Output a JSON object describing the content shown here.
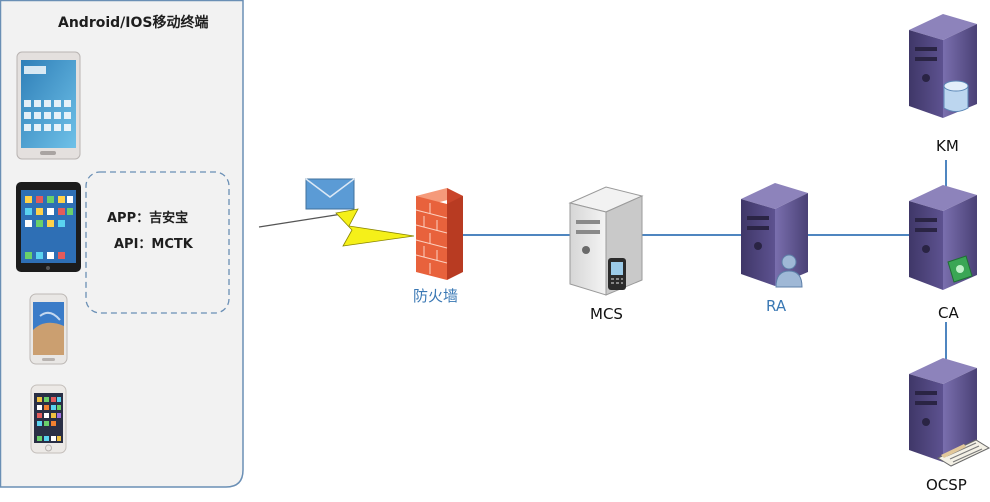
{
  "terminal_panel": {
    "title": "Android/IOS移动终端",
    "app_line": "APP：吉安宝",
    "api_line": "API：MCTK"
  },
  "nodes": {
    "firewall": "防火墙",
    "mcs": "MCS",
    "ra": "RA",
    "km": "KM",
    "ca": "CA",
    "ocsp": "OCSP"
  },
  "colors": {
    "panel_fill": "#f2f2f2",
    "panel_border": "#6a8fb5",
    "link_line": "#4f86c0",
    "lightning": "#f5f019",
    "firewall_brick": "#e8623c",
    "server_purple": "#5a4e86",
    "blue_label": "#3a78b4"
  },
  "icons": [
    "tablet-icon",
    "ipad-icon",
    "phone-icon",
    "iphone-icon",
    "envelope-icon",
    "lightning-icon",
    "firewall-icon",
    "server-icon",
    "mobile-badge-icon",
    "user-badge-icon",
    "database-badge-icon",
    "money-badge-icon",
    "certificate-badge-icon"
  ]
}
